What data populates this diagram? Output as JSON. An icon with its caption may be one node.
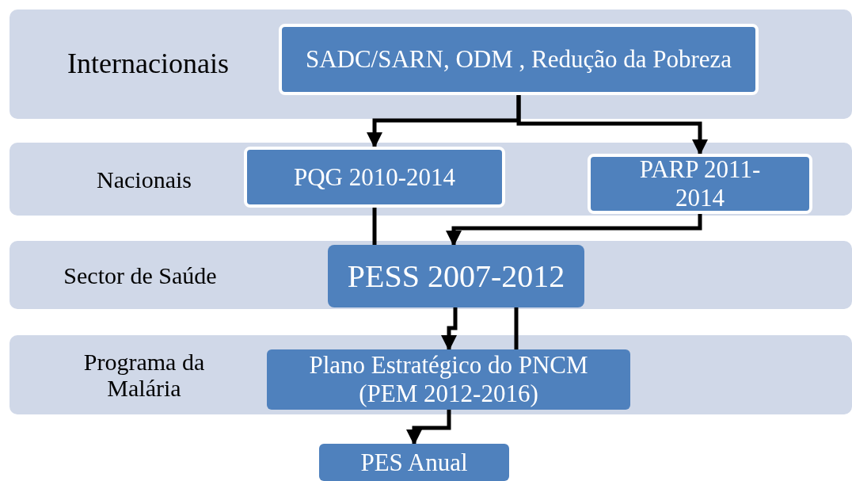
{
  "diagram": {
    "nodes": [
      {
        "text": [
          "Internacionais"
        ]
      },
      {
        "text": [
          "SADC/SARN,  ODM ,   Redução da Pobreza"
        ],
        "in": 0
      },
      {
        "text": [
          "Nacionais"
        ]
      },
      {
        "text": [
          "PQG 2010-2014"
        ],
        "in": 2
      },
      {
        "text": [
          "PARP 2011-2014"
        ],
        "in": 2
      },
      {
        "text": [
          "Sector de Saúde"
        ]
      },
      {
        "text": [
          "PESS 2007-2012"
        ],
        "in": 5
      },
      {
        "text": [
          "Programa da Malária"
        ]
      },
      {
        "text": [
          "Plano Estratégico do PNCM (PEM 2012-2016)"
        ],
        "in": 7
      },
      {
        "text": [
          "PES Anual"
        ]
      }
    ],
    "edges": [
      {
        "from": 1,
        "to": 3,
        "arrow": "to"
      },
      {
        "from": 1,
        "to": 4,
        "arrow": "to"
      },
      {
        "from": 3,
        "to": 6,
        "arrow": "none"
      },
      {
        "from": 4,
        "to": 6,
        "arrow": "to"
      },
      {
        "from": 6,
        "to": 8,
        "arrow": "to"
      },
      {
        "from": 6,
        "to": 8,
        "arrow": "none"
      },
      {
        "from": 8,
        "to": 9,
        "arrow": "to"
      }
    ]
  }
}
